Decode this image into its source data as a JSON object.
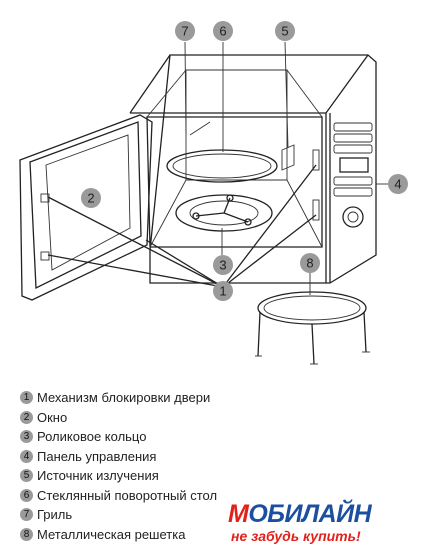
{
  "callouts": [
    {
      "num": "1",
      "label": "Механизм блокировки двери"
    },
    {
      "num": "2",
      "label": "Окно"
    },
    {
      "num": "3",
      "label": "Роликовое кольцо"
    },
    {
      "num": "4",
      "label": "Панель управления"
    },
    {
      "num": "5",
      "label": "Источник излучения"
    },
    {
      "num": "6",
      "label": "Стеклянный поворотный стол"
    },
    {
      "num": "7",
      "label": "Гриль"
    },
    {
      "num": "8",
      "label": "Металлическая решетка"
    }
  ],
  "logo": {
    "brand_first": "М",
    "brand_rest": "ОБИЛАЙН",
    "slogan": "не забудь купить!",
    "colors": {
      "brand": "#1c4fa0",
      "accent": "#e2211c"
    }
  },
  "colors": {
    "callout_fill": "#9a9a9a",
    "line": "#222222"
  }
}
